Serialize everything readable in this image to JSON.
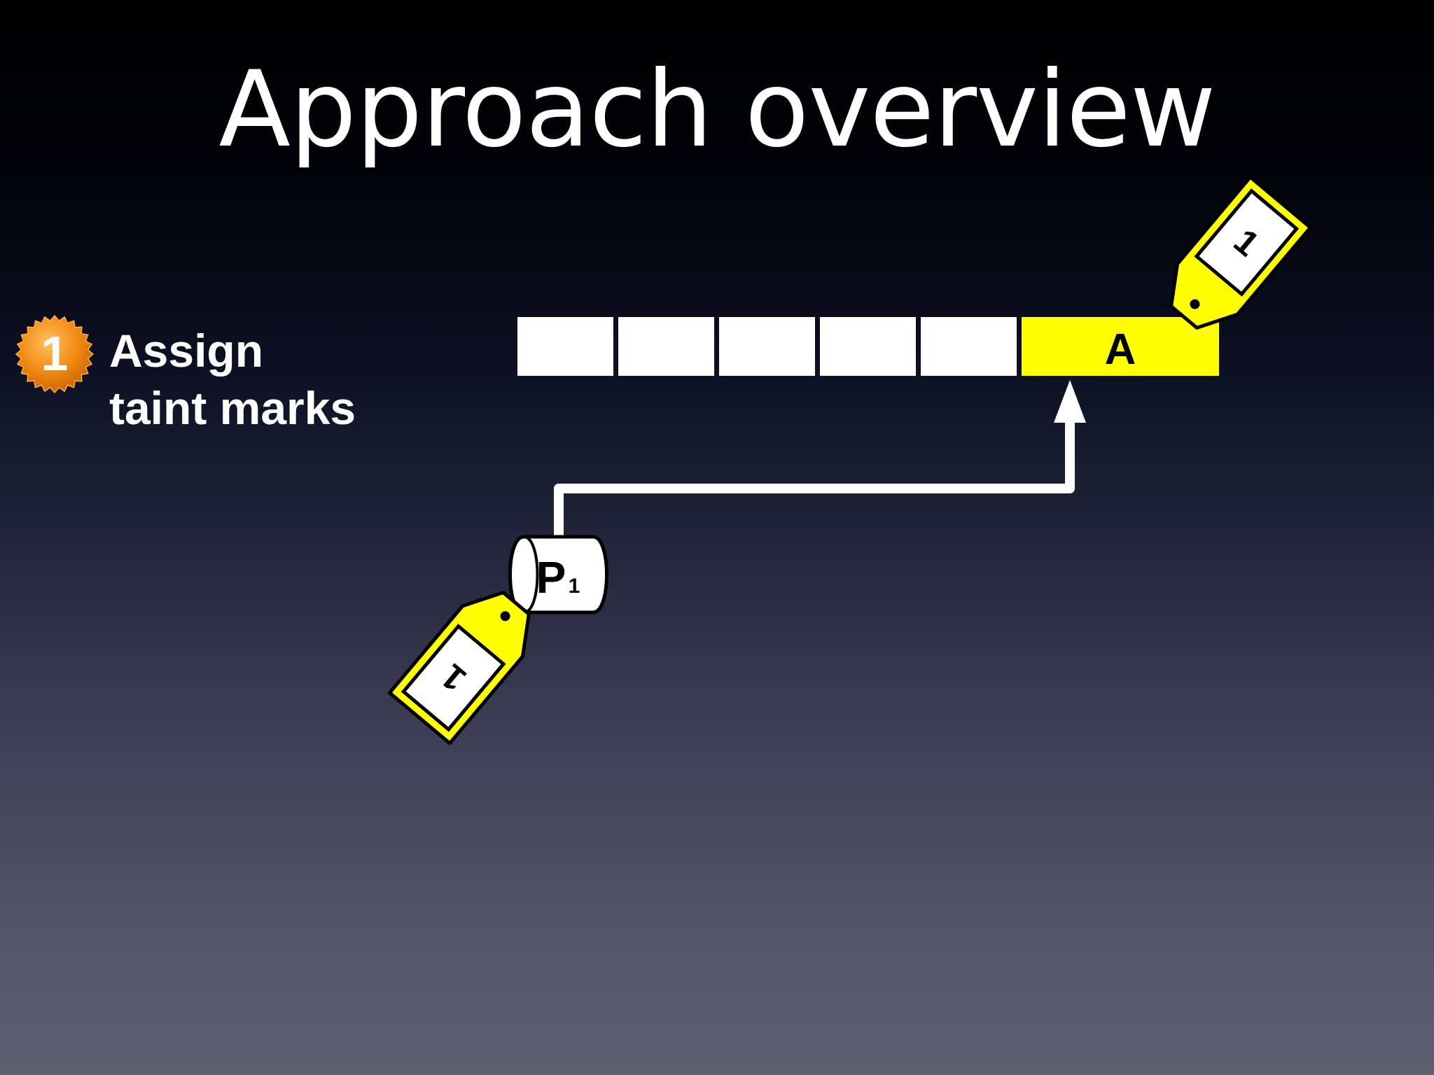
{
  "slide": {
    "title": "Approach overview",
    "step": {
      "number": "1",
      "label_line1": "Assign",
      "label_line2": "taint marks"
    }
  },
  "diagram": {
    "memory_cells": [
      "",
      "",
      "",
      "",
      "",
      "A"
    ],
    "highlighted_cell_index": 5,
    "source": {
      "label": "P",
      "subscript": "1"
    },
    "taint_tags": [
      {
        "attached_to": "A",
        "mark": "1"
      },
      {
        "attached_to": "P1",
        "mark": "1"
      }
    ]
  },
  "colors": {
    "tag_yellow": "#ffff00",
    "badge_orange": "#f28a12",
    "cell_white": "#ffffff",
    "arrow_white": "#ffffff"
  }
}
